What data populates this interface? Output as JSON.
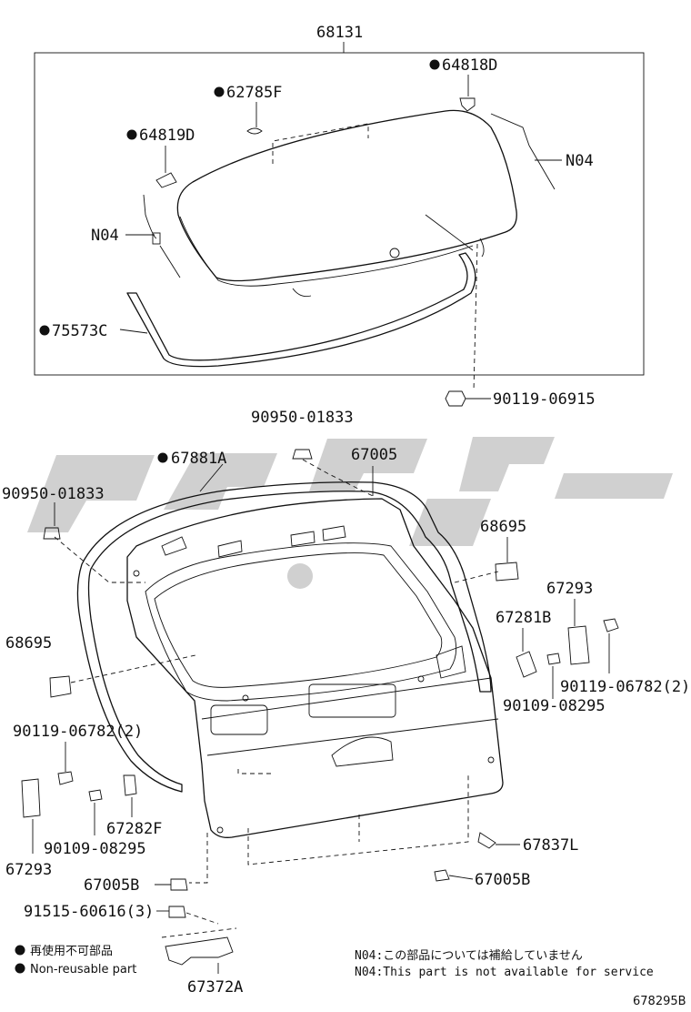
{
  "labels": {
    "p68131": "68131",
    "p64818D": "64818D",
    "p62785F": "62785F",
    "p64819D": "64819D",
    "n04_right": "N04",
    "n04_left": "N04",
    "p75573C": "75573C",
    "p90119_06915": "90119-06915",
    "p90950_01833_top": "90950-01833",
    "p67881A": "67881A",
    "p67005": "67005",
    "p90950_01833_left": "90950-01833",
    "p68695_right": "68695",
    "p67293_right": "67293",
    "p67281B": "67281B",
    "p68695_left": "68695",
    "p90119_06782_right": "90119-06782(2)",
    "p90109_08295_right": "90109-08295",
    "p90119_06782_left": "90119-06782(2)",
    "p67282F": "67282F",
    "p90109_08295_left": "90109-08295",
    "p67293_left": "67293",
    "p67837L": "67837L",
    "p67005B_left": "67005B",
    "p67005B_right": "67005B",
    "p91515_60616": "91515-60616(3)",
    "p67372A": "67372A"
  },
  "legend": {
    "jp": "再使用不可部品",
    "en": "Non-reusable part"
  },
  "notes": {
    "n04_jp": "N04:この部品については補給していません",
    "n04_en": "N04:This part is not available for service"
  },
  "figure_code": "678295B",
  "colors": {
    "line": "#111111",
    "watermark": "#c8c8c8",
    "background": "#ffffff"
  }
}
